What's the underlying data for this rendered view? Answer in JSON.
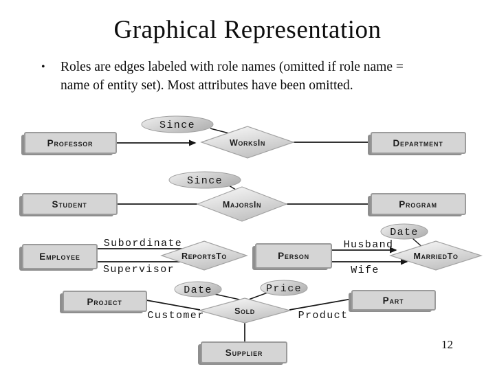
{
  "slide": {
    "title": "Graphical Representation",
    "bullet_lines": [
      "Roles are edges labeled with role names (omitted if role name =",
      "name of entity set). Most attributes have been omitted."
    ],
    "page_number": "12"
  },
  "colors": {
    "background": "#ffffff",
    "entity_fill": "#d5d5d5",
    "entity_border": "#9b9b9b",
    "entity_shadow": "#8e8e8e",
    "shape_gradient_light": "#f7f7f7",
    "shape_gradient_dark": "#bfbfbf",
    "line": "#161616",
    "text": "#111111"
  },
  "diagram": {
    "entities": [
      {
        "id": "professor",
        "label": "Professor"
      },
      {
        "id": "department",
        "label": "Department"
      },
      {
        "id": "student",
        "label": "Student"
      },
      {
        "id": "program",
        "label": "Program"
      },
      {
        "id": "employee",
        "label": "Employee"
      },
      {
        "id": "person",
        "label": "Person"
      },
      {
        "id": "project",
        "label": "Project"
      },
      {
        "id": "part",
        "label": "Part"
      },
      {
        "id": "supplier",
        "label": "Supplier"
      }
    ],
    "relationships": [
      {
        "id": "worksin",
        "label": "WorksIn",
        "connects": [
          "Professor",
          "Department"
        ],
        "attributes": [
          "Since"
        ],
        "arrow_edges": [
          "Professor"
        ]
      },
      {
        "id": "majorsin",
        "label": "MajorsIn",
        "connects": [
          "Student",
          "Program"
        ],
        "attributes": [
          "Since"
        ]
      },
      {
        "id": "reportsto",
        "label": "ReportsTo",
        "connects": [
          "Employee",
          "Employee"
        ],
        "roles": [
          "Subordinate",
          "Supervisor"
        ]
      },
      {
        "id": "marriedto",
        "label": "MarriedTo",
        "connects": [
          "Person",
          "Person"
        ],
        "roles": [
          "Husband",
          "Wife"
        ],
        "attributes": [
          "Date"
        ],
        "arrow_edges": [
          "Husband",
          "Wife"
        ]
      },
      {
        "id": "sold",
        "label": "Sold",
        "connects": [
          "Project",
          "Part",
          "Supplier"
        ],
        "roles": [
          "Customer",
          "Product"
        ],
        "attributes": [
          "Date",
          "Price"
        ]
      }
    ]
  }
}
